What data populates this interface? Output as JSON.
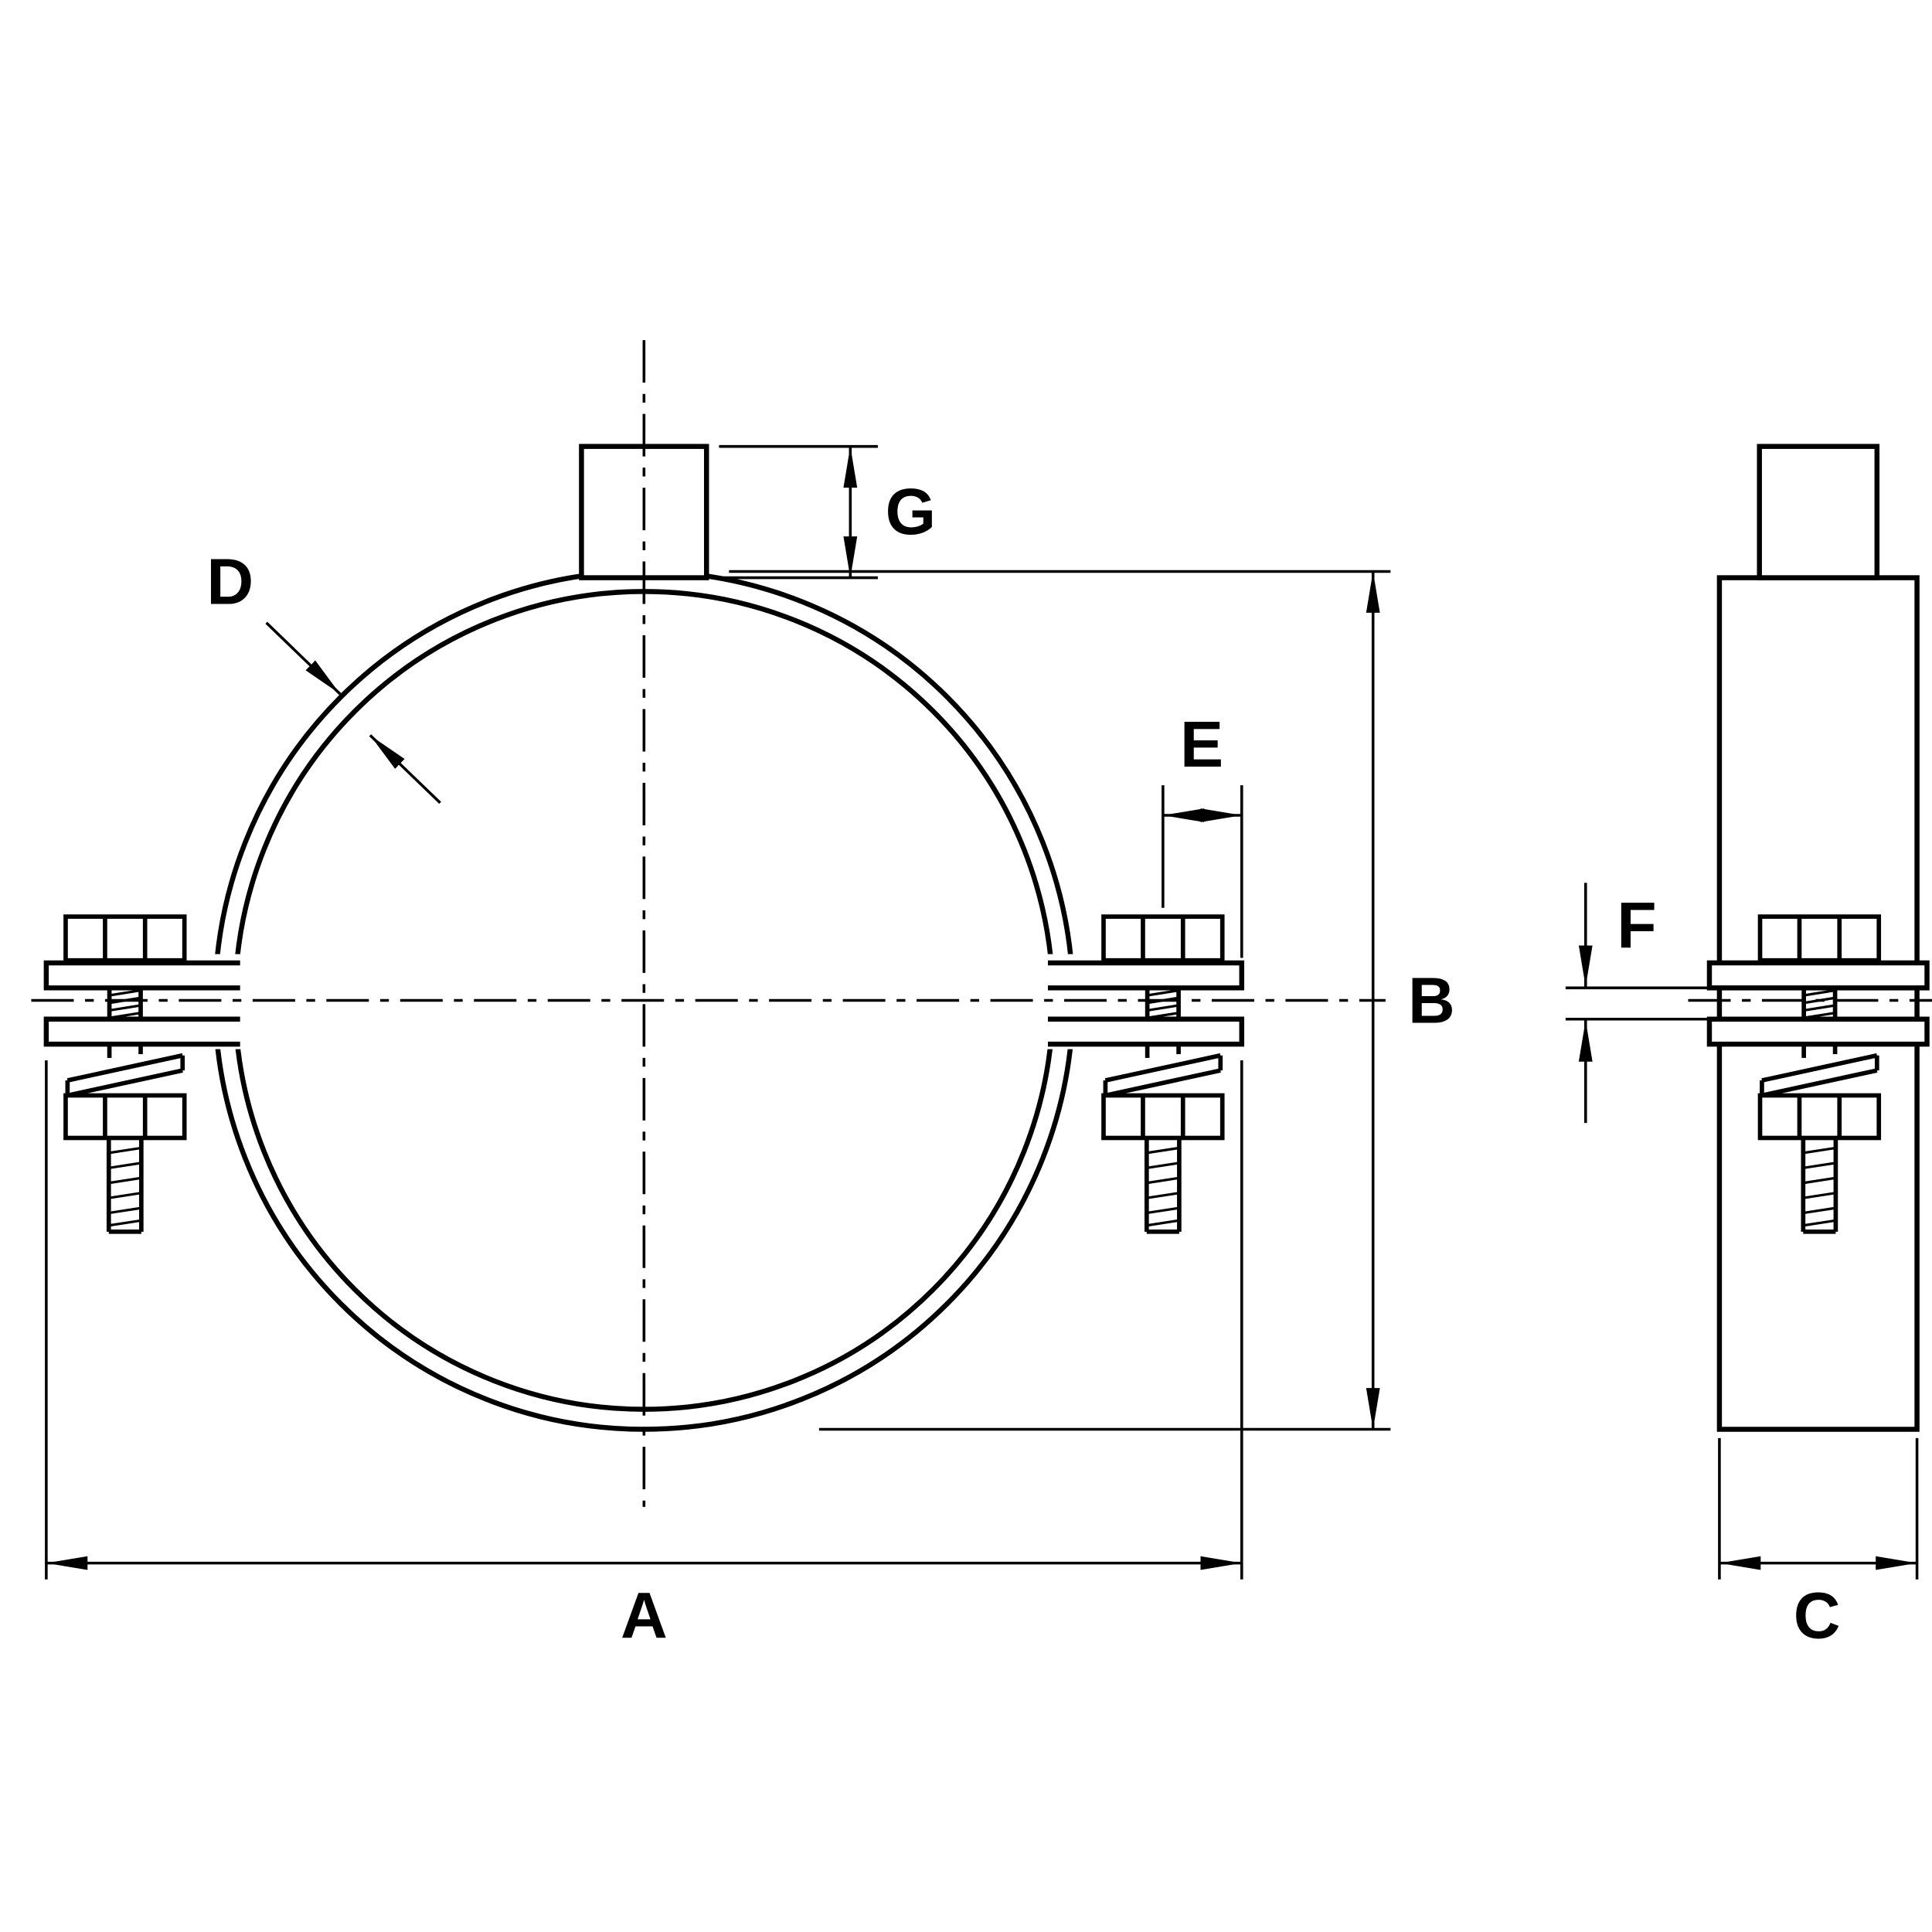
{
  "colors": {
    "line": "#000000",
    "background": "#ffffff"
  },
  "dimension_labels": {
    "overall_width": "A",
    "outer_diameter": "B",
    "band_width": "C",
    "band_thickness": "D",
    "bolt_edge_distance": "E",
    "flange_gap": "F",
    "boss_height": "G"
  }
}
